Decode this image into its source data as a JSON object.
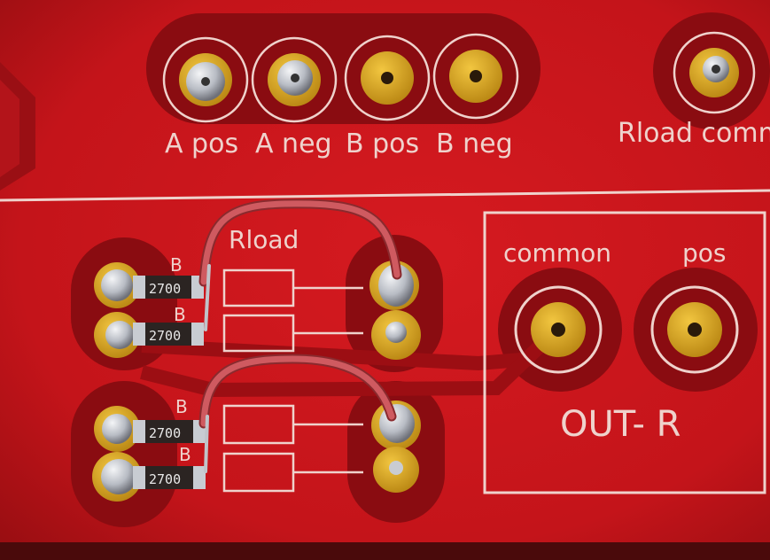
{
  "top_labels": [
    "A pos",
    "A neg",
    "B pos",
    "B neg"
  ],
  "rload_comm_label": "Rload comm",
  "rload_label": "Rload",
  "out_labels": {
    "common": "common",
    "pos": "pos",
    "out": "OUT- R"
  },
  "resistor_codes": [
    "2700",
    "2700",
    "2700",
    "2700"
  ],
  "row_marks": [
    "B",
    "B",
    "B",
    "B"
  ],
  "colors": {
    "board": "#c8131a",
    "board_dark": "#8f0d12",
    "pad_gold": "#d4a21c",
    "silkscreen": "#efd2cc",
    "wire": "#c9555a",
    "solder": "#c9ccd2"
  }
}
